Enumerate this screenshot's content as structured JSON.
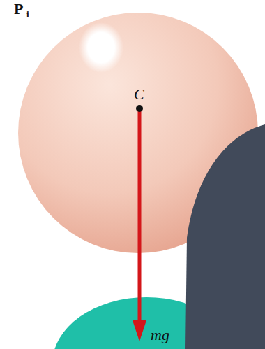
{
  "diagram": {
    "labels": [
      "P",
      "i",
      "C",
      "mg"
    ]
  }
}
